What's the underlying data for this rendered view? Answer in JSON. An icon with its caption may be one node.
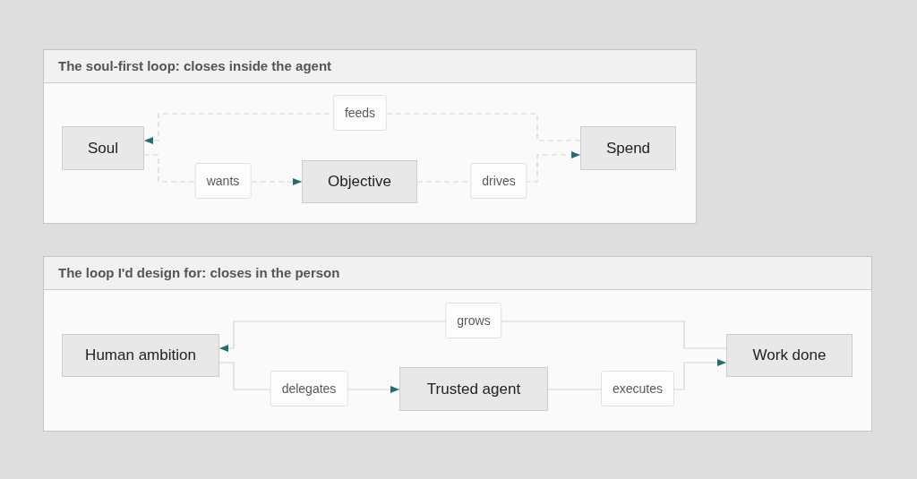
{
  "diagram": {
    "nodes": [
      {
        "text": [
          "The soul-first loop: closes inside the agent"
        ]
      },
      {
        "text": [
          "Soul"
        ],
        "in": 0
      },
      {
        "text": [
          "Objective"
        ],
        "in": 0
      },
      {
        "text": [
          "Spend"
        ],
        "in": 0
      },
      {
        "text": [
          "The loop I'd design for: closes in the person"
        ]
      },
      {
        "text": [
          "Human ambition"
        ],
        "in": 4
      },
      {
        "text": [
          "Trusted agent"
        ],
        "in": 4
      },
      {
        "text": [
          "Work done"
        ],
        "in": 4
      }
    ],
    "edges": [
      {
        "from": 1,
        "to": 2,
        "arrow": "to",
        "label": "wants",
        "style": "dashed"
      },
      {
        "from": 2,
        "to": 3,
        "arrow": "to",
        "label": "drives",
        "style": "dashed"
      },
      {
        "from": 3,
        "to": 1,
        "arrow": "to",
        "label": "feeds",
        "style": "dashed"
      },
      {
        "from": 5,
        "to": 6,
        "arrow": "to",
        "label": "delegates"
      },
      {
        "from": 6,
        "to": 7,
        "arrow": "to",
        "label": "executes"
      },
      {
        "from": 7,
        "to": 5,
        "arrow": "to",
        "label": "grows"
      }
    ]
  }
}
